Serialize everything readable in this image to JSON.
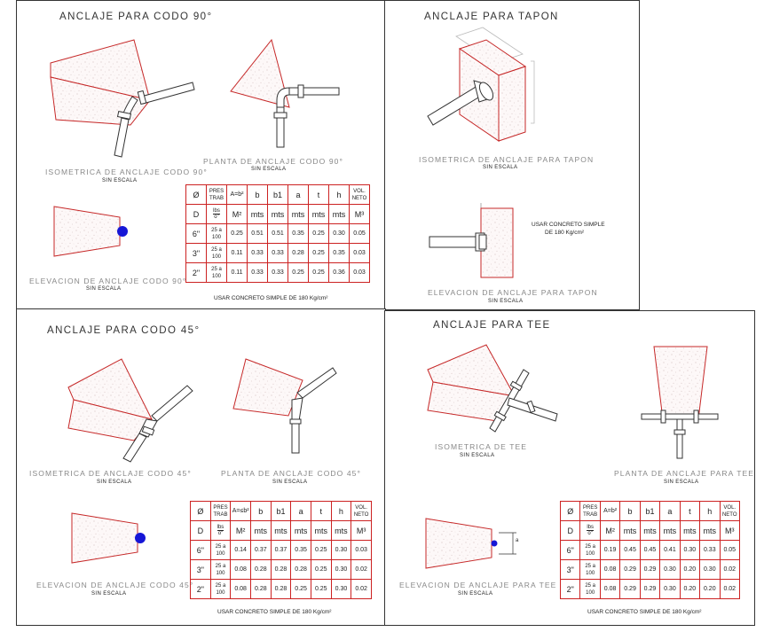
{
  "panels": {
    "codo90": {
      "title": "ANCLAJE PARA CODO 90°",
      "iso_caption": "ISOMETRICA DE ANCLAJE CODO 90°",
      "planta_caption": "PLANTA DE ANCLAJE CODO 90°",
      "elev_caption": "ELEVACION DE ANCLAJE CODO 90°",
      "scale": "SIN ESCALA",
      "note": "USAR CONCRETO SIMPLE DE 180 Kg/cm²"
    },
    "tapon": {
      "title": "ANCLAJE PARA TAPON",
      "iso_caption": "ISOMETRICA DE ANCLAJE PARA TAPON",
      "elev_caption": "ELEVACION DE ANCLAJE PARA TAPON",
      "scale": "SIN ESCALA",
      "note_line1": "USAR CONCRETO SIMPLE",
      "note_line2": "DE 180 Kg/cm²"
    },
    "codo45": {
      "title": "ANCLAJE PARA CODO 45°",
      "iso_caption": "ISOMETRICA DE ANCLAJE CODO 45°",
      "planta_caption": "PLANTA DE ANCLAJE CODO 45°",
      "elev_caption": "ELEVACION DE ANCLAJE CODO 45°",
      "scale": "SIN ESCALA",
      "note": "USAR CONCRETO SIMPLE DE 180 Kg/cm²"
    },
    "tee": {
      "title": "ANCLAJE PARA TEE",
      "iso_caption": "ISOMETRICA DE TEE",
      "planta_caption": "PLANTA DE ANCLAJE PARA TEE",
      "elev_caption": "ELEVACION DE ANCLAJE PARA TEE",
      "scale": "SIN ESCALA",
      "note": "USAR CONCRETO SIMPLE DE 180 Kg/cm²",
      "dim_label": "a"
    }
  },
  "table_header": {
    "h_phi": "Ø",
    "h_pres": "PRES",
    "h_trab": "TRAB",
    "h_area": "A=b²",
    "h_area45": "A=≤b²",
    "h_b": "b",
    "h_b1": "b1",
    "h_a": "a",
    "h_t": "t",
    "h_h": "h",
    "h_vol": "VOL.",
    "h_neto": "NETO",
    "u_d": "D",
    "u_lbs": "lbs",
    "u_in": "o\"",
    "u_m2": "M²",
    "u_mts": "mts",
    "u_m3": "M³",
    "p_top": "25 a",
    "p_bot": "100"
  },
  "tables": {
    "codo90": [
      {
        "d": "6\"",
        "area": "0.25",
        "b": "0.51",
        "b1": "0.51",
        "a": "0.35",
        "t": "0.25",
        "h": "0.30",
        "vol": "0.05"
      },
      {
        "d": "3\"",
        "area": "0.11",
        "b": "0.33",
        "b1": "0.33",
        "a": "0.28",
        "t": "0.25",
        "h": "0.35",
        "vol": "0.03"
      },
      {
        "d": "2\"",
        "area": "0.11",
        "b": "0.33",
        "b1": "0.33",
        "a": "0.25",
        "t": "0.25",
        "h": "0.36",
        "vol": "0.03"
      }
    ],
    "codo45": [
      {
        "d": "6\"",
        "area": "0.14",
        "b": "0.37",
        "b1": "0.37",
        "a": "0.35",
        "t": "0.25",
        "h": "0.30",
        "vol": "0.03"
      },
      {
        "d": "3\"",
        "area": "0.08",
        "b": "0.28",
        "b1": "0.28",
        "a": "0.28",
        "t": "0.25",
        "h": "0.30",
        "vol": "0.02"
      },
      {
        "d": "2\"",
        "area": "0.08",
        "b": "0.28",
        "b1": "0.28",
        "a": "0.25",
        "t": "0.25",
        "h": "0.30",
        "vol": "0.02"
      }
    ],
    "tee": [
      {
        "d": "6\"",
        "area": "0.19",
        "b": "0.45",
        "b1": "0.45",
        "a": "0.41",
        "t": "0.30",
        "h": "0.33",
        "vol": "0.05"
      },
      {
        "d": "3\"",
        "area": "0.08",
        "b": "0.29",
        "b1": "0.29",
        "a": "0.30",
        "t": "0.20",
        "h": "0.30",
        "vol": "0.02"
      },
      {
        "d": "2\"",
        "area": "0.08",
        "b": "0.29",
        "b1": "0.29",
        "a": "0.30",
        "t": "0.20",
        "h": "0.20",
        "vol": "0.02"
      }
    ]
  },
  "colors": {
    "concrete_outline": "#c62828",
    "concrete_fill": "#fbf6f6",
    "pipe": "#333333",
    "marker": "#1616d6",
    "table_border": "#c22222"
  }
}
